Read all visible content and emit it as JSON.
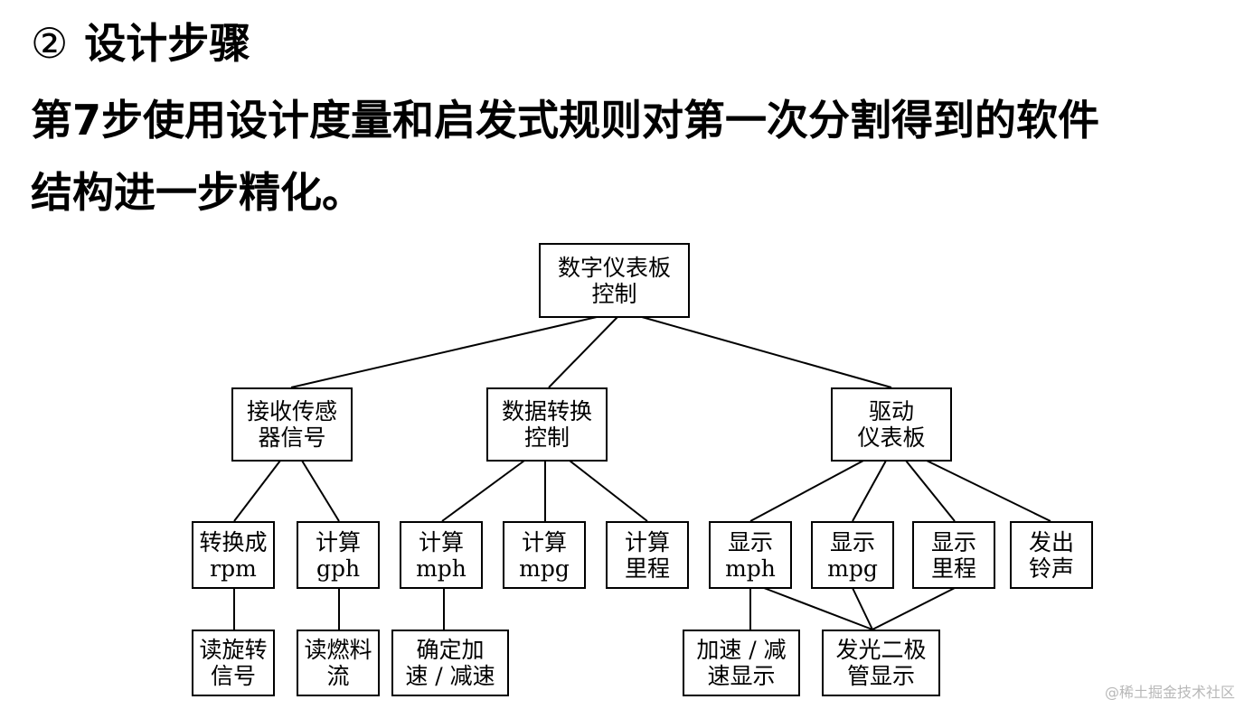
{
  "heading": {
    "number": "②",
    "text": "设计步骤"
  },
  "intro": {
    "line1": "第7步使用设计度量和启发式规则对第一次分割得到的软件",
    "line2": "结构进一步精化。"
  },
  "nodes": {
    "root": {
      "line1": "数字仪表板",
      "line2": "控制"
    },
    "receive": {
      "line1": "接收传感",
      "line2": "器信号"
    },
    "convert": {
      "line1": "数据转换",
      "line2": "控制"
    },
    "drive": {
      "line1": "驱动",
      "line2": "仪表板"
    },
    "to_rpm": {
      "line1": "转换成",
      "line2": "rpm"
    },
    "calc_gph": {
      "line1": "计算",
      "line2": "gph"
    },
    "calc_mph": {
      "line1": "计算",
      "line2": "mph"
    },
    "calc_mpg": {
      "line1": "计算",
      "line2": "mpg"
    },
    "calc_miles": {
      "line1": "计算",
      "line2": "里程"
    },
    "show_mph": {
      "line1": "显示",
      "line2": "mph"
    },
    "show_mpg": {
      "line1": "显示",
      "line2": "mpg"
    },
    "show_miles": {
      "line1": "显示",
      "line2": "里程"
    },
    "ring": {
      "line1": "发出",
      "line2": "铃声"
    },
    "read_rot": {
      "line1": "读旋转",
      "line2": "信号"
    },
    "read_fuel": {
      "line1": "读燃料",
      "line2": "流"
    },
    "accel": {
      "line1": "确定加",
      "line2": "速 / 减速"
    },
    "accel_show": {
      "line1": "加速 / 减",
      "line2": "速显示"
    },
    "led": {
      "line1": "发光二极",
      "line2": "管显示"
    }
  },
  "watermark": "@稀土掘金技术社区"
}
